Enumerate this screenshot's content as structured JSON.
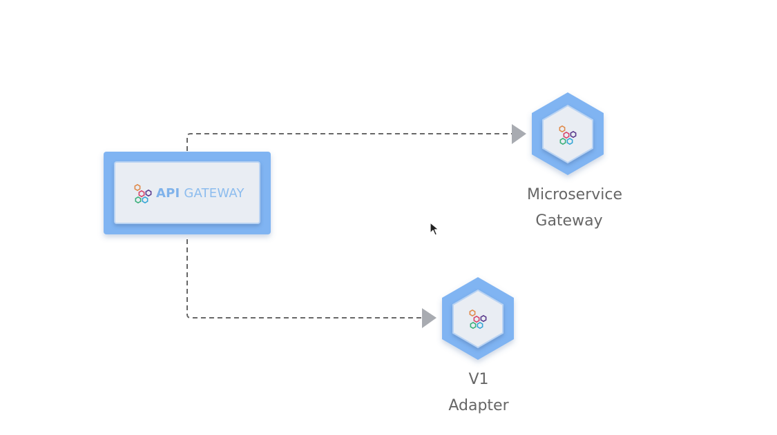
{
  "diagram": {
    "nodes": {
      "api_gateway": {
        "logo_bold": "API",
        "logo_text": " GATEWAY"
      },
      "microservice_gateway": {
        "label_line1": "Microservice",
        "label_line2": "Gateway"
      },
      "v1_adapter": {
        "label_line1": "V1",
        "label_line2": "Adapter"
      }
    },
    "edges": [
      {
        "from": "api_gateway",
        "to": "microservice_gateway",
        "style": "dashed"
      },
      {
        "from": "api_gateway",
        "to": "v1_adapter",
        "style": "dashed"
      }
    ]
  },
  "colors": {
    "node_outer": "#80b4f2",
    "node_inner": "#e9edf3",
    "edge": "#666666",
    "arrowhead": "#a8abb1",
    "label": "#666666",
    "logo_text": "#8cbcee"
  },
  "icons": {
    "node_icon": "hexagon-cluster-icon",
    "pointer": "mouse-pointer-icon"
  }
}
